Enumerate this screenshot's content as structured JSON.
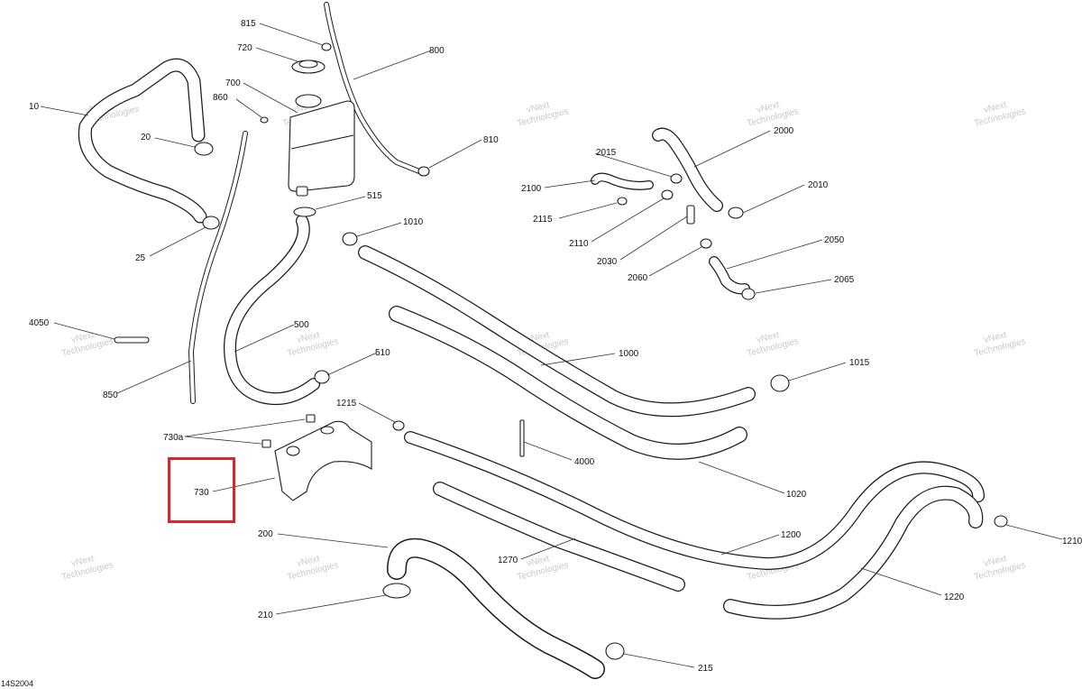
{
  "diagram_code": "14S2004",
  "watermark": {
    "line1": "vNext",
    "line2": "Technologies"
  },
  "highlight_color": "#e0232a",
  "selected_part": "730",
  "labels": {
    "p10": "10",
    "p20": "20",
    "p25": "25",
    "p815": "815",
    "p720": "720",
    "p700": "700",
    "p860": "860",
    "p800": "800",
    "p810": "810",
    "p515": "515",
    "p1010": "1010",
    "p2015": "2015",
    "p2000": "2000",
    "p2100": "2100",
    "p2010": "2010",
    "p2115": "2115",
    "p2110": "2110",
    "p2030": "2030",
    "p2050": "2050",
    "p2060": "2060",
    "p2065": "2065",
    "p4050": "4050",
    "p500": "500",
    "p510": "510",
    "p850": "850",
    "p1000": "1000",
    "p1015": "1015",
    "p1215": "1215",
    "p4000": "4000",
    "p730a": "730a",
    "p730": "730",
    "p1020": "1020",
    "p200": "200",
    "p1200": "1200",
    "p1210": "1210",
    "p1270": "1270",
    "p1220": "1220",
    "p210": "210",
    "p215": "215"
  }
}
